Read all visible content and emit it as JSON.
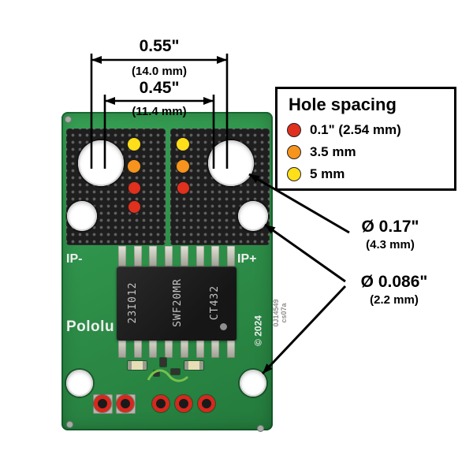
{
  "annotations": {
    "dim_outer": {
      "inches": "0.55\"",
      "mm": "(14.0 mm)"
    },
    "dim_inner": {
      "inches": "0.45\"",
      "mm": "(11.4 mm)"
    },
    "large_hole": {
      "label": "Ø 0.17\"",
      "mm": "(4.3 mm)"
    },
    "small_hole": {
      "label": "Ø 0.086\"",
      "mm": "(2.2 mm)"
    }
  },
  "legend": {
    "title": "Hole spacing",
    "items": [
      {
        "name": "red",
        "color": "#e0301e",
        "label": "0.1\" (2.54 mm)"
      },
      {
        "name": "orange",
        "color": "#f7941d",
        "label": "3.5 mm"
      },
      {
        "name": "yellow",
        "color": "#ffdf1a",
        "label": "5 mm"
      }
    ]
  },
  "board": {
    "labels": {
      "ip_minus": "IP-",
      "ip_plus": "IP+",
      "brand": "Pololu",
      "copyright": "© 2024"
    },
    "edge_text": {
      "line1": "0J14549",
      "line2": "cs07a"
    },
    "chip": {
      "marking_line1": "CT432",
      "marking_line2": "SWF20MR",
      "marking_line3": "23I012"
    }
  },
  "colors": {
    "pcb_green": "#2e9049",
    "pad_black": "#1e1e1e",
    "hole_ring_red": "#d6281e",
    "annotation_black": "#000000"
  }
}
